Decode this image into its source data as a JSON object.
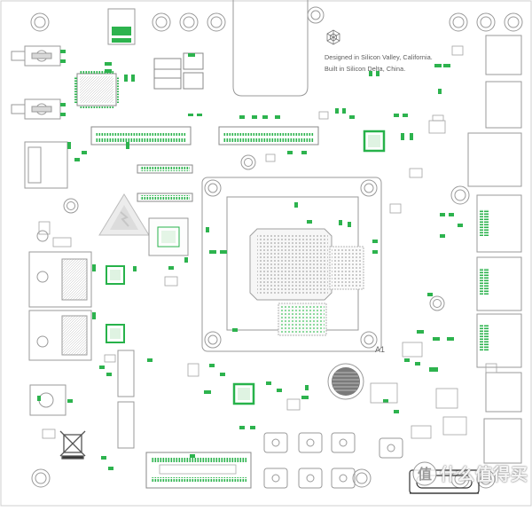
{
  "board": {
    "silkscreen": {
      "tagline_line1": "Designed in Silicon Valley, California.",
      "tagline_line2": "Built in Silicon Delta, China.",
      "pin1_marker": "A1"
    },
    "watermark": {
      "text": "什么值得买"
    }
  },
  "colors": {
    "outline": "#9a9a9a",
    "component": "#27b24a",
    "background": "#ffffff"
  },
  "icons": [
    "logo-icon",
    "high-voltage-warning-icon",
    "weee-bin-icon",
    "watermark-icon"
  ]
}
